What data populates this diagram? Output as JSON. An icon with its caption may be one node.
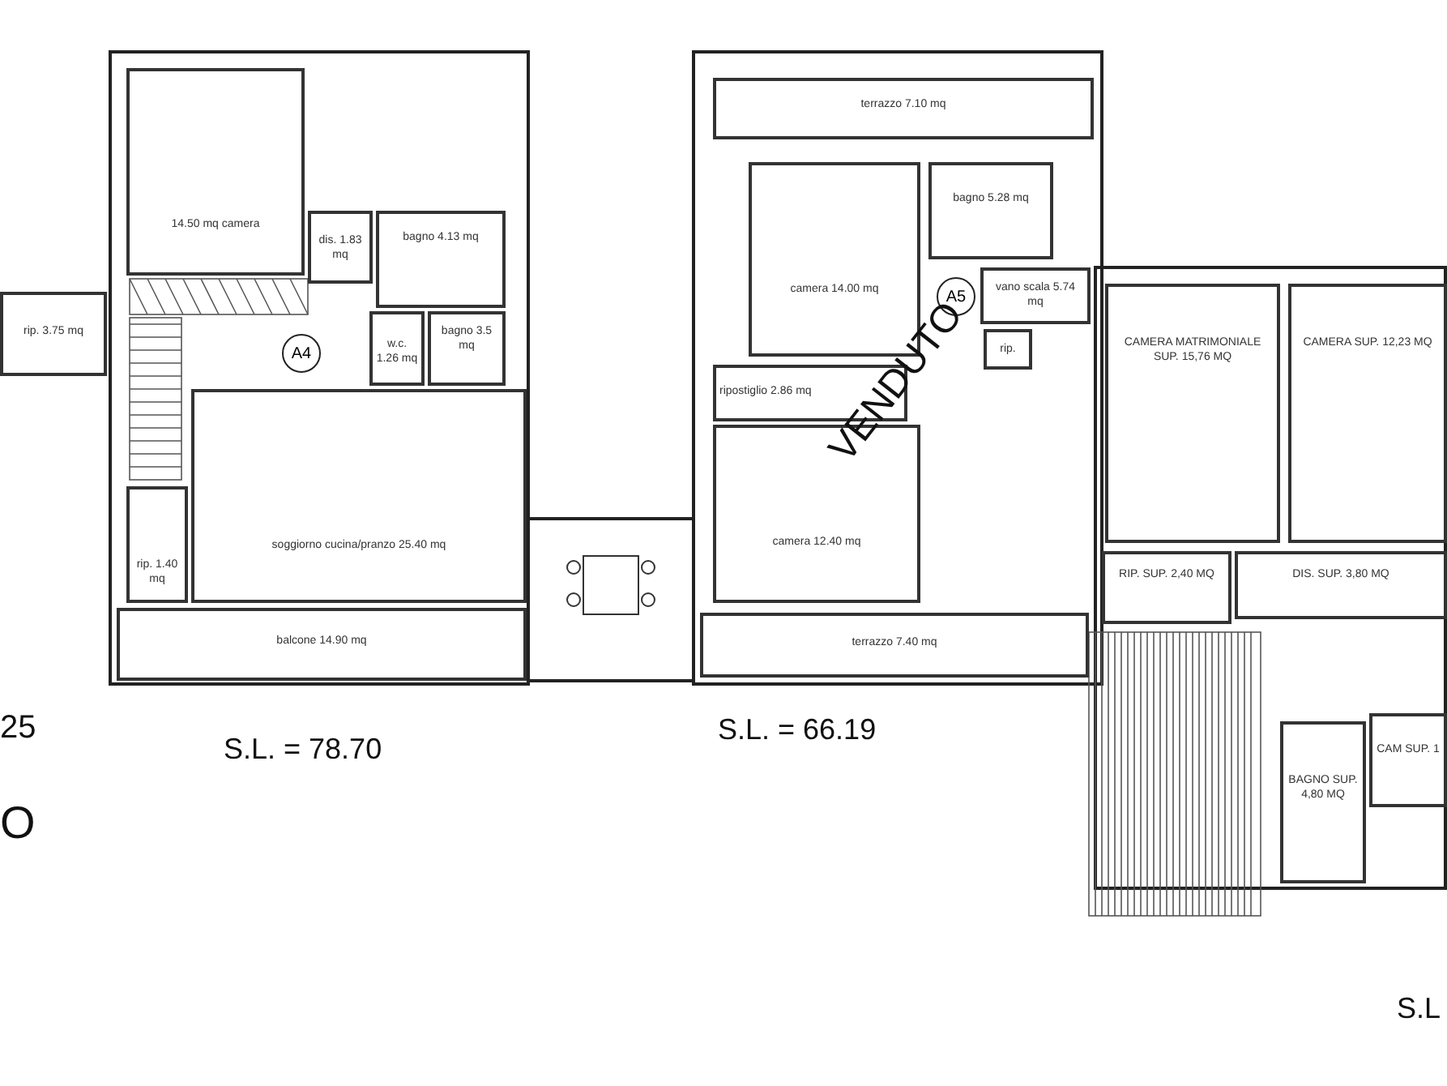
{
  "diagram": {
    "nodes": [
      {
        "text": [
          "rip. 3.75 mq"
        ]
      },
      {
        "text": [
          "14.50 mq camera"
        ]
      },
      {
        "text": [
          "dis. 1.83 mq"
        ]
      },
      {
        "text": [
          "bagno 4.13 mq"
        ]
      },
      {
        "text": [
          "w.c. 1.26 mq"
        ]
      },
      {
        "text": [
          "bagno 3.5 mq"
        ]
      },
      {
        "text": [
          "A4"
        ]
      },
      {
        "text": [
          "rip. 1.40 mq"
        ]
      },
      {
        "text": [
          "soggiorno cucina/pranzo 25.40 mq"
        ]
      },
      {
        "text": [
          "balcone 14.90 mq"
        ]
      },
      {
        "text": [
          "terrazzo 7.10 mq"
        ]
      },
      {
        "text": [
          "camera 14.00 mq"
        ]
      },
      {
        "text": [
          "bagno 5.28 mq"
        ]
      },
      {
        "text": [
          "vano scala 5.74 mq"
        ]
      },
      {
        "text": [
          "A5"
        ]
      },
      {
        "text": [
          "rip."
        ]
      },
      {
        "text": [
          "ripostiglio 2.86 mq"
        ]
      },
      {
        "text": [
          "camera 12.40 mq"
        ]
      },
      {
        "text": [
          "terrazzo 7.40 mq"
        ]
      },
      {
        "text": [
          "CAMERA MATRIMONIALE SUP. 15,76 MQ"
        ]
      },
      {
        "text": [
          "CAMERA SUP. 12,23 MQ"
        ]
      },
      {
        "text": [
          "RIP. SUP. 2,40 MQ"
        ]
      },
      {
        "text": [
          "DIS. SUP. 3,80 MQ"
        ]
      },
      {
        "text": [
          "BAGNO SUP. 4,80 MQ"
        ]
      },
      {
        "text": [
          "CAM SUP. 1"
        ]
      }
    ],
    "edges": [],
    "labels": [
      "VENDUTO",
      "25",
      "S.L. = 78.70",
      "S.L. = 66.19",
      "O",
      "S.L"
    ]
  }
}
